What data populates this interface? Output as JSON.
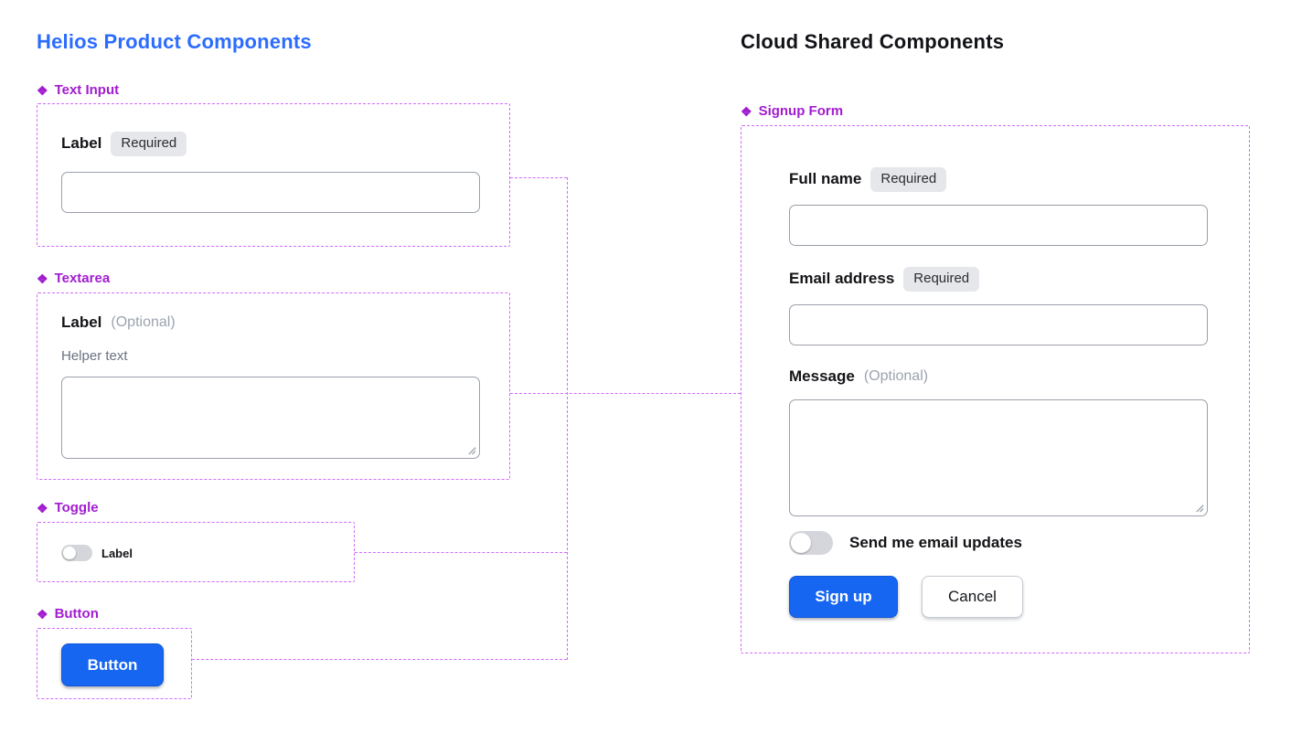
{
  "icons": {
    "component_icon": "❖"
  },
  "colors": {
    "helios_title_blue": "#2B6CFF",
    "component_header_purple": "#A21CCF",
    "connector_purple": "#D06BFF",
    "primary_button_blue": "#1766F2",
    "badge_background": "#E6E7EA",
    "toggle_off_gray": "#D4D6DB"
  },
  "left_panel": {
    "title": "Helios Product Components",
    "text_input_section": {
      "header": "Text Input",
      "field_label": "Label",
      "badge": "Required",
      "input_value": ""
    },
    "textarea_section": {
      "header": "Textarea",
      "field_label": "Label",
      "optional_note": "(Optional)",
      "helper_text": "Helper text",
      "textarea_value": ""
    },
    "toggle_section": {
      "header": "Toggle",
      "toggle_label": "Label",
      "toggle_state": "off"
    },
    "button_section": {
      "header": "Button",
      "button_label": "Button"
    }
  },
  "right_panel": {
    "title": "Cloud Shared Components",
    "signup_form_section": {
      "header": "Signup Form",
      "full_name": {
        "label": "Full name",
        "badge": "Required",
        "value": ""
      },
      "email": {
        "label": "Email address",
        "badge": "Required",
        "value": ""
      },
      "message": {
        "label": "Message",
        "optional_note": "(Optional)",
        "value": ""
      },
      "updates_toggle": {
        "label": "Send me email updates",
        "state": "off"
      },
      "signup_button_label": "Sign up",
      "cancel_button_label": "Cancel"
    }
  }
}
